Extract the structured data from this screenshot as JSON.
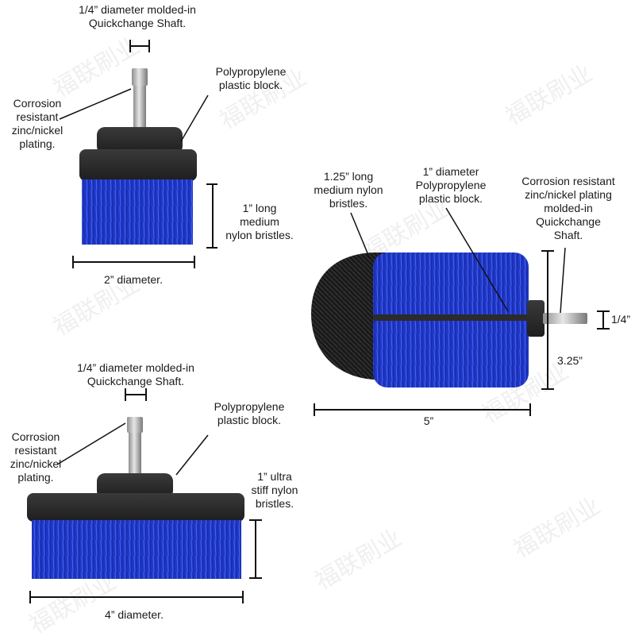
{
  "colors": {
    "bristle_blue": "#1f37c8",
    "block_dark": "#2b2b2b",
    "shaft": "#b9b9b9",
    "line": "#111111"
  },
  "watermark": "福联刷业",
  "brush_small": {
    "shaft_label": [
      "1/4” diameter molded-in",
      "Quickchange Shaft."
    ],
    "block_label": [
      "Polypropylene",
      "plastic block."
    ],
    "plating_label": [
      "Corrosion",
      "resistant",
      "zinc/nickel",
      "plating."
    ],
    "bristle_label": [
      "1” long",
      "medium",
      "nylon bristles."
    ],
    "diameter_label": "2” diameter."
  },
  "brush_large": {
    "shaft_label": [
      "1/4” diameter molded-in",
      "Quickchange Shaft."
    ],
    "block_label": [
      "Polypropylene",
      "plastic block."
    ],
    "plating_label": [
      "Corrosion",
      "resistant",
      "zinc/nickel",
      "plating."
    ],
    "bristle_label": [
      "1” ultra",
      "stiff nylon",
      "bristles."
    ],
    "diameter_label": "4” diameter."
  },
  "brush_round": {
    "bristle_label": [
      "1.25” long",
      "medium nylon",
      "bristles."
    ],
    "block_label": [
      "1” diameter",
      "Polypropylene",
      "plastic block."
    ],
    "plating_label": [
      "Corrosion resistant",
      "zinc/nickel plating",
      "molded-in",
      "Quickchange",
      "Shaft."
    ],
    "shaft_dim": "1/4”",
    "height_dim": "3.25”",
    "length_dim": "5”"
  }
}
